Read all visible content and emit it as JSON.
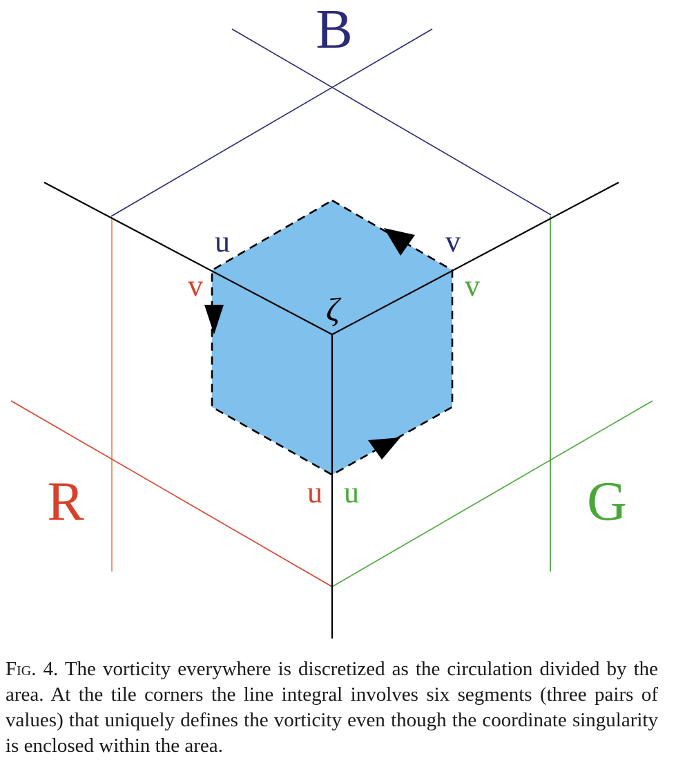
{
  "diagram": {
    "panel_labels": {
      "blue": "B",
      "red": "R",
      "green": "G"
    },
    "vorticity_symbol": "ζ",
    "edge_labels": {
      "top_left_u": "u",
      "top_right_v": "v",
      "left_v": "v",
      "right_v": "v",
      "bottom_left_u": "u",
      "bottom_right_u": "u"
    },
    "colors": {
      "blue_panel": "#2a2a78",
      "red_panel": "#d8402a",
      "red_panel_vertical": "#e8905a",
      "green_panel": "#4aa83a",
      "hexagon_fill": "#7fc0ec",
      "ink": "#000000"
    }
  },
  "caption": {
    "fig_label": "Fig. 4.",
    "text": "The vorticity everywhere is discretized as the circulation divided by the area. At the tile corners the line integral involves six segments (three pairs of values) that uniquely defines the vorticity even though the coordinate singularity is enclosed within the area."
  }
}
